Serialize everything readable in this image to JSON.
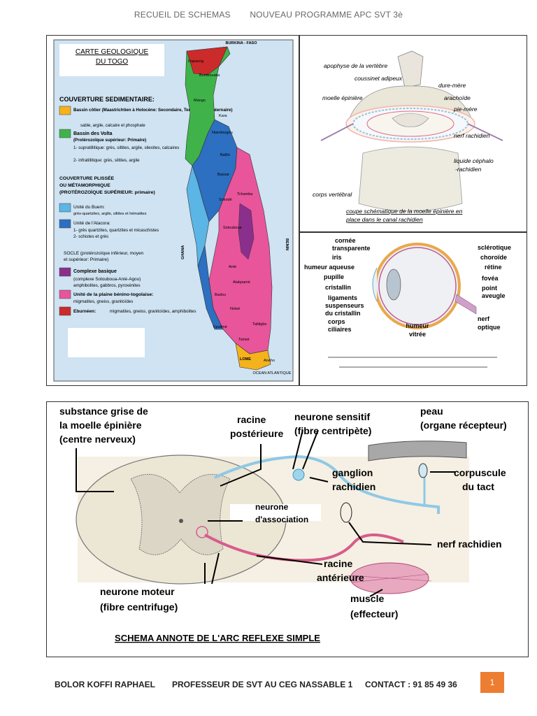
{
  "header": {
    "left": "RECUEIL DE SCHEMAS",
    "right": "NOUVEAU PROGRAMME APC SVT 3è"
  },
  "map": {
    "title_line1": "CARTE GEOLOGIQUE",
    "title_line2": "DU TOGO",
    "section1": "COUVERTURE SEDIMENTAIRE:",
    "legend1_title": "Bassin côtier (Maastrichtien à Holocène: Secondaire, Tertiaire et Quaternaire)",
    "legend1_sub": "sable, argile, calcaire et phosphate",
    "legend2_title": "Bassin des Volta",
    "legend2_sub0": "(Protérozoïque supérieur: Primaire)",
    "legend2_sub1": "1- supratillitique: grès, siltites, argile, silexites, calcaires",
    "legend2_sub2": "2- infratillitique: grès, siltites, argile",
    "section2_l1": "COUVERTURE PLISSÉE",
    "section2_l2": "OU MÉTAMORPHIQUE",
    "section2_l3": "(PROTÉROZOÏQUE SUPÉRIEUR: primaire)",
    "legend3_title": "Unité du Buem:",
    "legend3_sub": "grès-quartzites, argile, siltites et hématites",
    "legend4_title": "Unité de l'Atacora:",
    "legend4_sub1": "1- grès quartzites, quartzites et micaschistes",
    "legend4_sub2": "2- schistes et grès",
    "section3_l1": "SOCLE (protérozoïque inférieur, moyen",
    "section3_l2": "et supérieur: Primaire)",
    "legend5_title": "Complexe basique",
    "legend5_sub1": "(complexe Sotouboua-Anié-Agou)",
    "legend5_sub2": "amphibolites, gabbros, pyroxénites",
    "legend6_title": "Unité de la plaine bénino-togolaise:",
    "legend6_sub": "migmatites, gneiss, granitoïdes",
    "legend7_title": "Eburnéen:",
    "legend7_sub": "migmatites, gneiss, granitoïdes, amphibolites",
    "top_label": "BURKINA - FASO",
    "left_label": "GHANA",
    "right_label": "BENIN",
    "bottom_label": "OCEAN ATLANTIQUE",
    "cities": [
      "Dapaong",
      "Bombouaka",
      "Mango",
      "Kara",
      "Niamtougou",
      "Bassar",
      "Bafilo",
      "Sokodé",
      "Tchamba",
      "Sotouboua",
      "Badou",
      "Anié",
      "Atakpamé",
      "Kpalimé",
      "Notsé",
      "Tabligbo",
      "Tsévié",
      "LOME",
      "Aného"
    ],
    "colors": {
      "yellow": "#f4b21c",
      "green": "#3fb34a",
      "lightblue": "#5bb5e5",
      "blue": "#2d6fc0",
      "purple": "#8b2f8c",
      "pink": "#e8559a",
      "red": "#cc2b2b"
    }
  },
  "spine": {
    "labels": [
      "apophyse de la vertèbre",
      "coussinet adipeux",
      "moelle épinière",
      "dure-mère",
      "arachoïde",
      "pie-mère",
      "nerf rachidien",
      "liquide céphalo",
      "-rachidien",
      "corps vertébral"
    ],
    "caption_l1": "coupe schématique de la moelle épinière en",
    "caption_l2": "place dans le canal rachidien"
  },
  "eye": {
    "left_labels": [
      "cornée",
      "transparente",
      "iris",
      "humeur aqueuse",
      "pupille",
      "cristallin",
      "ligaments",
      "suspenseurs",
      "du cristallin",
      "corps",
      "ciliaires"
    ],
    "right_labels": [
      "sclérotique",
      "choroïde",
      "rétine",
      "fovéa",
      "point",
      "aveugle",
      "nerf",
      "optique"
    ],
    "center_labels": [
      "humeur",
      "vitrée"
    ]
  },
  "reflex": {
    "labels": {
      "substance_l1": "substance grise de",
      "substance_l2": "la moelle épinière",
      "substance_l3": "(centre nerveux)",
      "racine_post_l1": "racine",
      "racine_post_l2": "postérieure",
      "neurone_sens_l1": "neurone sensitif",
      "neurone_sens_l2": "(fibre centripète)",
      "peau_l1": "peau",
      "peau_l2": "(organe récepteur)",
      "ganglion_l1": "ganglion",
      "ganglion_l2": "rachidien",
      "corpuscule_l1": "corpuscule",
      "corpuscule_l2": "du tact",
      "neurone_assoc_l1": "neurone",
      "neurone_assoc_l2": "d'association",
      "nerf": "nerf rachidien",
      "racine_ant_l1": "racine",
      "racine_ant_l2": "antérieure",
      "moteur_l1": "neurone moteur",
      "moteur_l2": "(fibre centrifuge)",
      "muscle_l1": "muscle",
      "muscle_l2": "(effecteur)"
    },
    "title": "SCHEMA ANNOTE DE L'ARC REFLEXE SIMPLE"
  },
  "footer": {
    "author": "BOLOR KOFFI RAPHAEL",
    "role": "PROFESSEUR DE SVT  AU CEG NASSABLE 1",
    "contact": "CONTACT : 91 85 49 36",
    "page": "1"
  }
}
